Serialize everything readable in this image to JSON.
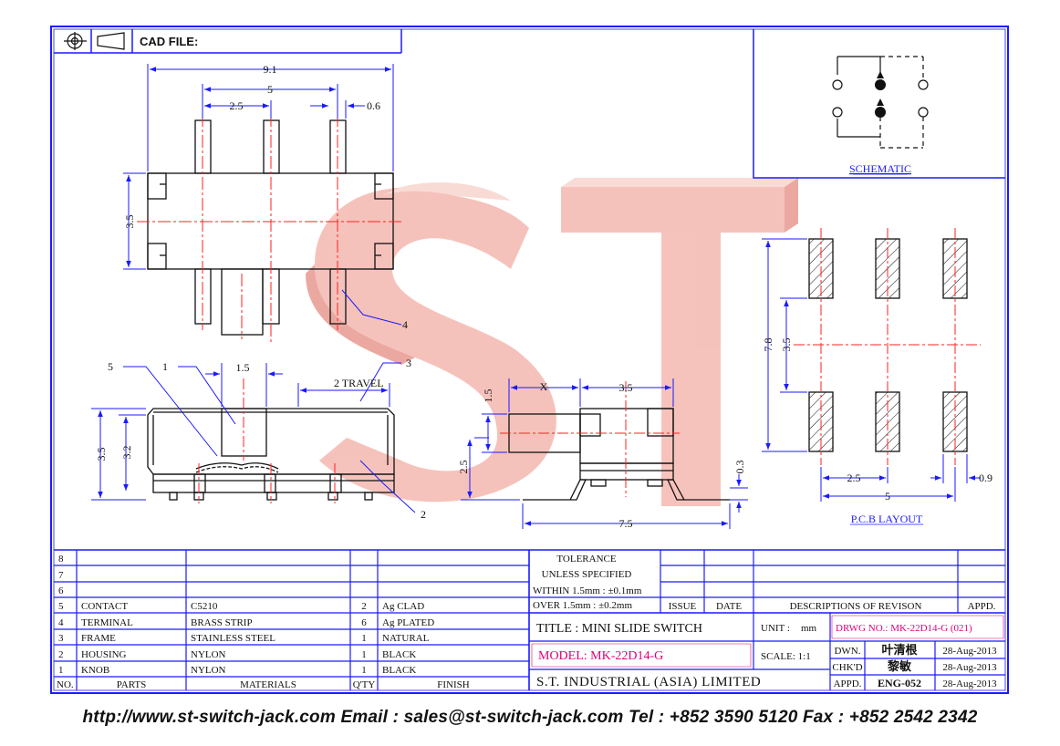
{
  "header": {
    "cad_file_label": "CAD FILE:"
  },
  "dimensions": {
    "top_width": "9.1",
    "top_pins_span": "5",
    "top_pin_pitch": "2.5",
    "top_pin_width": "0.6",
    "top_height": "3.5",
    "side_actuator": "1.5",
    "side_travel": "2  TRAVEL",
    "side_h_outer": "3.5",
    "side_h_inner": "3.2",
    "end_x": "X",
    "end_w": "3.5",
    "end_h_top": "1.5",
    "end_h": "2.5",
    "end_thk": "0.3",
    "end_len": "7.5",
    "pcb_h_total": "7.8",
    "pcb_h_inner": "3.5",
    "pcb_pitch": "2.5",
    "pcb_pad_w": "0.9",
    "pcb_span": "5"
  },
  "callouts": [
    "1",
    "2",
    "3",
    "4",
    "5"
  ],
  "labels": {
    "schematic": "SCHEMATIC",
    "pcb_layout": "P.C.B  LAYOUT"
  },
  "watermark": {
    "text": "ST",
    "color": "#f4b8b0"
  },
  "colors": {
    "frame": "#1a1aff",
    "drawing": "#111111",
    "center_line": "#ff2222",
    "magenta": "#e0007a"
  },
  "bom": {
    "empty_rows": [
      "8",
      "7",
      "6"
    ],
    "rows": [
      {
        "no": "5",
        "part": "CONTACT",
        "material": "C5210",
        "qty": "2",
        "finish": "Ag CLAD"
      },
      {
        "no": "4",
        "part": "TERMINAL",
        "material": "BRASS STRIP",
        "qty": "6",
        "finish": "Ag PLATED"
      },
      {
        "no": "3",
        "part": "FRAME",
        "material": "STAINLESS  STEEL",
        "qty": "1",
        "finish": "NATURAL"
      },
      {
        "no": "2",
        "part": "HOUSING",
        "material": "NYLON",
        "qty": "1",
        "finish": "BLACK"
      },
      {
        "no": "1",
        "part": "KNOB",
        "material": "NYLON",
        "qty": "1",
        "finish": "BLACK"
      }
    ],
    "headers": {
      "no": "NO.",
      "parts": "PARTS",
      "materials": "MATERIALS",
      "qty": "Q'TY",
      "finish": "FINISH"
    }
  },
  "tolerance": {
    "title": "TOLERANCE",
    "subtitle": "UNLESS   SPECIFIED",
    "within": "WITHIN  1.5mm : ±0.1mm",
    "over": "OVER    1.5mm : ±0.2mm"
  },
  "revision": {
    "issue": "ISSUE",
    "date": "DATE",
    "descriptions": "DESCRIPTIONS  OF  REVISON",
    "appd": "APPD."
  },
  "title_block": {
    "title": "TITLE : MINI SLIDE SWITCH",
    "unit_label": "UNIT :",
    "unit_value": "mm",
    "drwg_no": "DRWG NO.: MK-22D14-G (021)",
    "model": "MODEL: MK-22D14-G",
    "scale": "SCALE:  1:1",
    "company": "S.T.  INDUSTRIAL  (ASIA)  LIMITED",
    "dwn_label": "DWN.",
    "dwn_name": "叶清根",
    "dwn_date": "28-Aug-2013",
    "chkd_label": "CHK'D",
    "chkd_name": "黎敏",
    "chkd_date": "28-Aug-2013",
    "appd_label": "APPD.",
    "appd_name": "ENG-052",
    "appd_date": "28-Aug-2013"
  },
  "footer": "http://www.st-switch-jack.com  Email : sales@st-switch-jack.com  Tel : +852 3590 5120  Fax : +852 2542 2342"
}
